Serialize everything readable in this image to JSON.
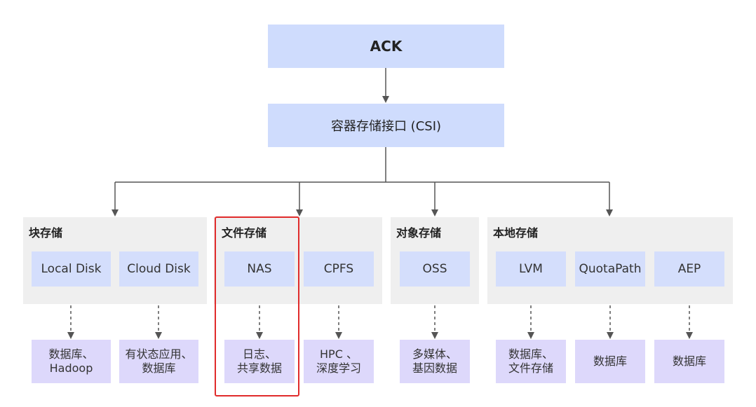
{
  "top": {
    "label": "ACK"
  },
  "csi": {
    "label": "容器存储接口 (CSI)"
  },
  "groups": [
    {
      "title": "块存储",
      "items": [
        "Local Disk",
        "Cloud Disk"
      ],
      "uses": [
        "数据库、\nHadoop",
        "有状态应用、\n数据库"
      ]
    },
    {
      "title": "文件存储",
      "items": [
        "NAS",
        "CPFS"
      ],
      "uses": [
        "日志、\n共享数据",
        "HPC 、\n深度学习"
      ]
    },
    {
      "title": "对象存储",
      "items": [
        "OSS"
      ],
      "uses": [
        "多媒体、\n基因数据"
      ]
    },
    {
      "title": "本地存储",
      "items": [
        "LVM",
        "QuotaPath",
        "AEP"
      ],
      "uses": [
        "数据库、\n文件存储",
        "数据库",
        "数据库"
      ]
    }
  ],
  "colors": {
    "top_box": "#cfdcfd",
    "group_bg": "#efefef",
    "item_box": "#d4defc",
    "use_box": "#ddd8fb",
    "highlight": "#e02b2b",
    "line": "#555555"
  }
}
